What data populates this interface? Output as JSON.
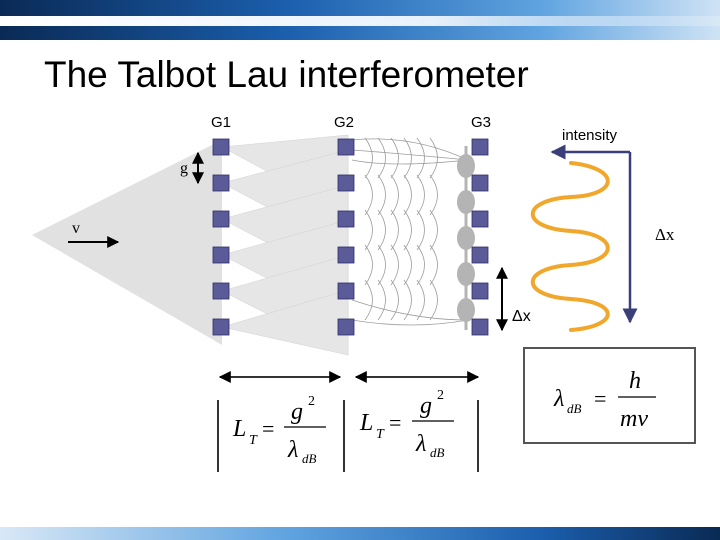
{
  "title": "The Talbot Lau interferometer",
  "gratings": {
    "g1": "G1",
    "g2": "G2",
    "g3": "G3"
  },
  "labels": {
    "period": "g",
    "velocity": "v",
    "intensity": "intensity",
    "shift_right": "Δx",
    "shift_center": "Δx"
  },
  "formulas": {
    "talbot_1": {
      "lhs": "L",
      "lhs_sub": "T",
      "eq": "=",
      "num": "g",
      "num_sup": "2",
      "den": "λ",
      "den_sub": "dB"
    },
    "talbot_2": {
      "lhs": "L",
      "lhs_sub": "T",
      "eq": "=",
      "num": "g",
      "num_sup": "2",
      "den": "λ",
      "den_sub": "dB"
    },
    "debroglie": {
      "lhs": "λ",
      "lhs_sub": "dB",
      "eq": "=",
      "num": "h",
      "den": "mv"
    }
  },
  "colors": {
    "grating": "#5b5b9a",
    "wave": "#f0a72c",
    "arrow": "#3a3f7a"
  }
}
